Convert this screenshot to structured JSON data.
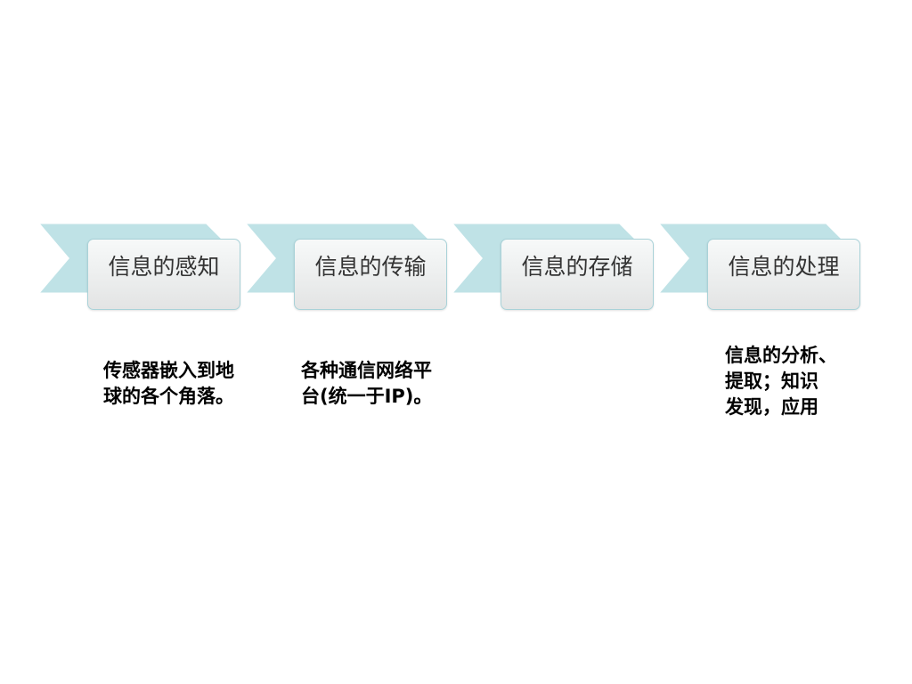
{
  "colors": {
    "chevron_fill": "#bfe2e6",
    "chevron_stroke": "#ffffff",
    "box_border": "#a9d2d8",
    "box_top": "#f7f9f9",
    "box_bottom": "#e3e4e4",
    "label_text": "#333333",
    "desc_text": "#000000"
  },
  "stages": [
    {
      "label": "信息的感知"
    },
    {
      "label": "信息的传输"
    },
    {
      "label": "信息的存储"
    },
    {
      "label": "信息的处理"
    }
  ],
  "descriptions": [
    {
      "lines": [
        "传感器嵌入到地",
        "球的各个角落。"
      ]
    },
    {
      "lines": [
        "各种通信网络平",
        "台(统一于IP)。"
      ]
    },
    {
      "lines": [
        "信息的分析、",
        "提取；知识",
        "发现，应用"
      ]
    }
  ]
}
